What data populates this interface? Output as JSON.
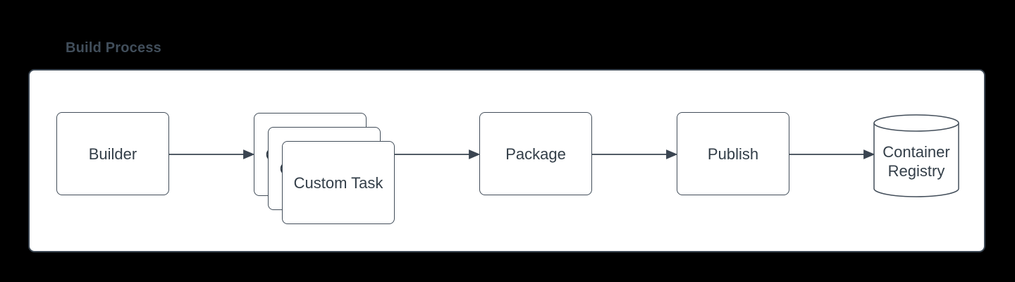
{
  "title": "Build Process",
  "colors": {
    "page_background": "#000000",
    "canvas_background": "#ffffff",
    "shape_stroke": "#434e5a",
    "shape_text": "#333e48",
    "title_text": "#414e5b"
  },
  "diagram": {
    "nodes": [
      {
        "id": "builder",
        "label": "Builder",
        "shape": "rounded-rectangle"
      },
      {
        "id": "custom-task",
        "label": "Custom Task",
        "shape": "stacked-rounded-rectangles",
        "stack_count": 3
      },
      {
        "id": "package",
        "label": "Package",
        "shape": "rounded-rectangle"
      },
      {
        "id": "publish",
        "label": "Publish",
        "shape": "rounded-rectangle"
      },
      {
        "id": "container-registry",
        "label": "Container Registry",
        "shape": "cylinder"
      }
    ],
    "edges": [
      {
        "from": "builder",
        "to": "custom-task",
        "style": "solid-arrow"
      },
      {
        "from": "custom-task",
        "to": "package",
        "style": "solid-arrow"
      },
      {
        "from": "package",
        "to": "publish",
        "style": "solid-arrow"
      },
      {
        "from": "publish",
        "to": "container-registry",
        "style": "solid-arrow"
      }
    ]
  }
}
